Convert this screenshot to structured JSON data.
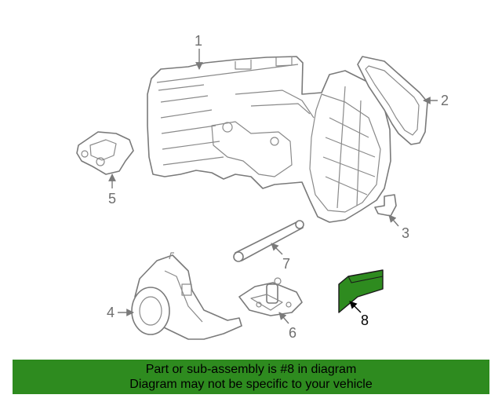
{
  "colors": {
    "highlight": "#2e8b1f",
    "banner_bg": "#2e8b1f",
    "line": "#7a7a7a"
  },
  "callouts": [
    {
      "id": "1",
      "label": "1"
    },
    {
      "id": "2",
      "label": "2"
    },
    {
      "id": "3",
      "label": "3"
    },
    {
      "id": "4",
      "label": "4"
    },
    {
      "id": "5",
      "label": "5"
    },
    {
      "id": "6",
      "label": "6"
    },
    {
      "id": "7",
      "label": "7"
    },
    {
      "id": "8",
      "label": "8",
      "highlighted": true
    }
  ],
  "banner": {
    "line1": "Part or sub-assembly is #8 in diagram",
    "line2": "Diagram may not be specific to your vehicle"
  }
}
